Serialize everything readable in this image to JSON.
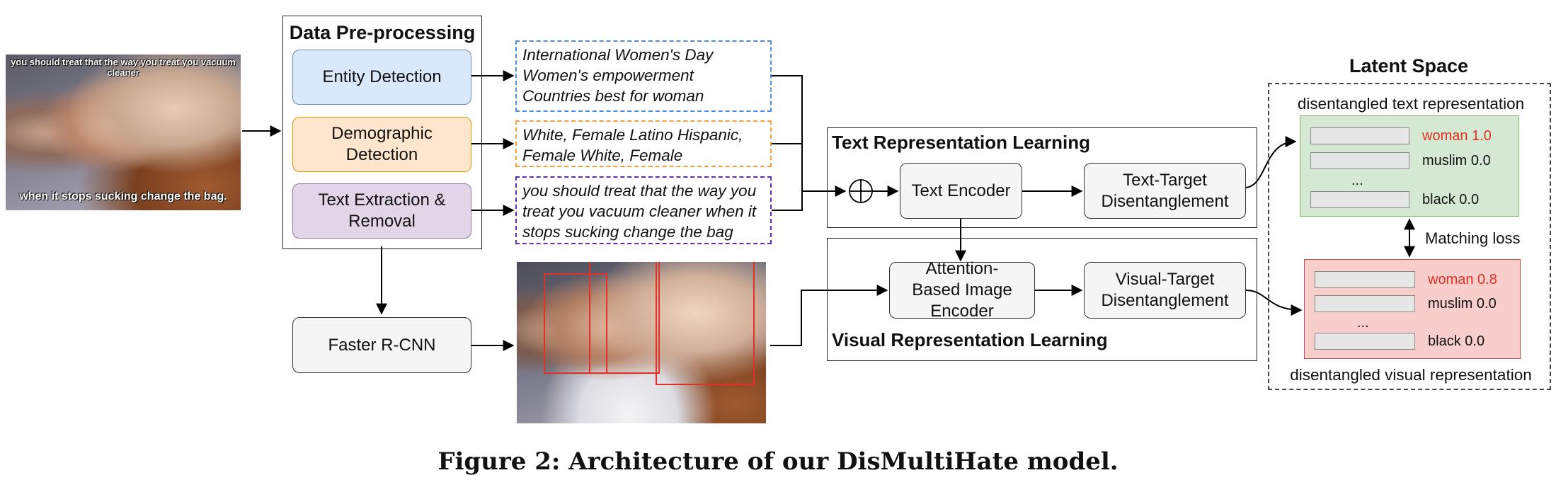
{
  "meme": {
    "caption_top": "you should treat that the way you treat you vacuum cleaner",
    "caption_bottom": "when it stops sucking change the bag."
  },
  "preprocessing": {
    "title": "Data Pre-processing",
    "entity_detection": "Entity Detection",
    "demographic_detection": "Demographic Detection",
    "text_extraction": "Text Extraction & Removal"
  },
  "outputs": {
    "entities": [
      "International Women's Day",
      "Women's empowerment",
      "Countries best for woman"
    ],
    "demographics": [
      "White, Female Latino Hispanic,",
      "Female White, Female"
    ],
    "extracted_text": [
      "you should treat that the way you",
      "treat you vacuum cleaner when it",
      "stops sucking change the bag"
    ]
  },
  "faster_rcnn": "Faster R-CNN",
  "text_learning": {
    "title": "Text Representation Learning",
    "encoder": "Text Encoder",
    "disentangle": "Text-Target Disentanglement"
  },
  "visual_learning": {
    "title": "Visual Representation Learning",
    "encoder": "Attention-Based Image Encoder",
    "disentangle": "Visual-Target Disentanglement"
  },
  "latent": {
    "title": "Latent Space",
    "text_rep_label": "disentangled text representation",
    "visual_rep_label": "disentangled visual representation",
    "matching_loss": "Matching loss",
    "ellipsis": "...",
    "text_targets": [
      {
        "name": "woman",
        "value": "1.0",
        "highlight": true
      },
      {
        "name": "muslim",
        "value": "0.0",
        "highlight": false
      },
      {
        "name": "black",
        "value": "0.0",
        "highlight": false
      }
    ],
    "visual_targets": [
      {
        "name": "woman",
        "value": "0.8",
        "highlight": true
      },
      {
        "name": "muslim",
        "value": "0.0",
        "highlight": false
      },
      {
        "name": "black",
        "value": "0.0",
        "highlight": false
      }
    ]
  },
  "caption": "Figure 2: Architecture of our DisMultiHate model.",
  "colors": {
    "entity_fill": "#dae8fc",
    "entity_border": "#6c8ebf",
    "demographic_fill": "#ffe6cc",
    "demographic_border": "#d79b00",
    "text_extract_fill": "#e1d5e7",
    "text_extract_border": "#9673a6",
    "node_fill": "#f5f5f5",
    "latent_text_fill": "#d5e8d4",
    "latent_text_border": "#82b366",
    "latent_visual_fill": "#f8cecc",
    "latent_visual_border": "#b85450",
    "highlight": "#e03020",
    "bbox": "#e0302a"
  }
}
